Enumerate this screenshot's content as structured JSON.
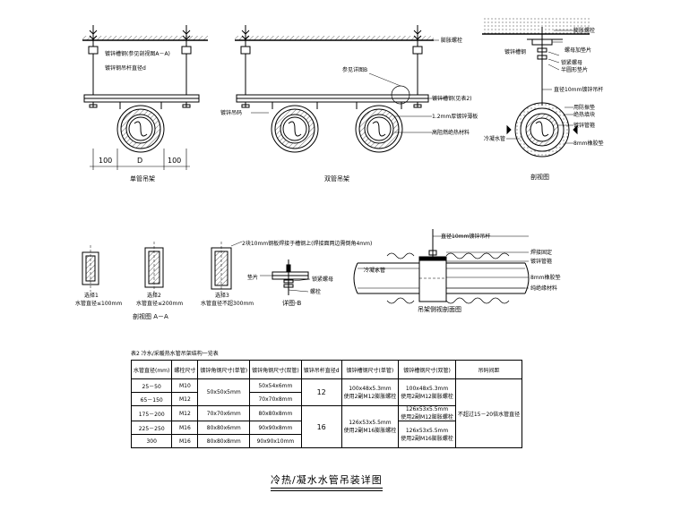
{
  "drawing": {
    "main_title": "冷热/凝水水管吊装详图",
    "single_pipe": {
      "caption": "单管吊架",
      "labels": [
        "镀锌槽钢(参见剖视图A－A)",
        "镀锌钢吊杆直径d"
      ],
      "dims": [
        "100",
        "D",
        "100"
      ]
    },
    "double_pipe": {
      "caption": "双管吊架",
      "labels": [
        "膨胀螺栓",
        "参见详图B",
        "镀锌槽钢(见表2)",
        "镀锌吊码",
        "1.2mm厚镀锌薄板",
        "高阻燃绝热材料"
      ]
    },
    "section_view": {
      "caption": "剖视图",
      "labels": [
        "膨胀螺栓",
        "镀锌槽钢",
        "螺母加垫片",
        "锁紧螺母",
        "半圆形垫片",
        "直径10mm镀锌吊杆",
        "用防振垫",
        "绝热填块",
        "镀锌管箍",
        "冷凝水管",
        "8mm橡胶垫"
      ]
    },
    "options": {
      "opt1": {
        "name": "选择1",
        "note": "水管直径≤100mm"
      },
      "opt2": {
        "name": "选择2",
        "note": "水管直径≤200mm"
      },
      "opt3": {
        "name": "选择3",
        "note": "水管直径不超300mm"
      },
      "caption": "剖视图 A－A"
    },
    "detail_b": {
      "caption": "详图-B",
      "labels": [
        "2块10mm钢板焊接于槽钢上(焊接面两边需倒角4mm)",
        "垫片",
        "锁紧螺母",
        "螺栓"
      ]
    },
    "side_view": {
      "caption": "吊架侧视剖面图",
      "labels": [
        "直径10mm镀锌吊杆",
        "焊接固定",
        "镀锌管箍",
        "8mm橡胶垫",
        "冷凝水管",
        "纯绝缘材料"
      ]
    }
  },
  "table": {
    "title": "表2 冷水/采暖热水管吊架结构一览表",
    "headers": [
      "水管直径(mm)",
      "螺栓尺寸",
      "镀锌角钢尺寸(单管)",
      "镀锌角钢尺寸(双管)",
      "镀锌吊杆直径d",
      "镀锌槽钢尺寸(单管)",
      "镀锌槽钢尺寸(双管)",
      "吊码间距"
    ],
    "rows": [
      {
        "dia": "25－50",
        "bolt": "M10"
      },
      {
        "dia": "65－150",
        "bolt": "M12"
      },
      {
        "dia": "175－200",
        "bolt": "M12"
      },
      {
        "dia": "225－250",
        "bolt": "M16"
      },
      {
        "dia": "300",
        "bolt": "M16"
      }
    ],
    "single_angle": [
      "50x50x5mm",
      "70x70x6mm",
      "80x80x6mm",
      "80x80x8mm"
    ],
    "double_angle": [
      "50x54x6mm",
      "70x70x8mm",
      "80x80x8mm",
      "90x90x8mm",
      "90x90x10mm"
    ],
    "rod": [
      "12",
      "16"
    ],
    "single_channel": [
      "100x48x5.3mm",
      "使用2副M12膨胀螺栓",
      "126x53x5.5mm",
      "使用2副M16膨胀螺栓"
    ],
    "double_channel": [
      "100x48x5.3mm",
      "使用2副M12膨胀螺栓",
      "126x53x5.5mm",
      "使用2副M12膨胀螺栓",
      "126x53x5.5mm",
      "使用2副M16膨胀螺栓"
    ],
    "spacing": "不超过15－20倍水管直径"
  }
}
